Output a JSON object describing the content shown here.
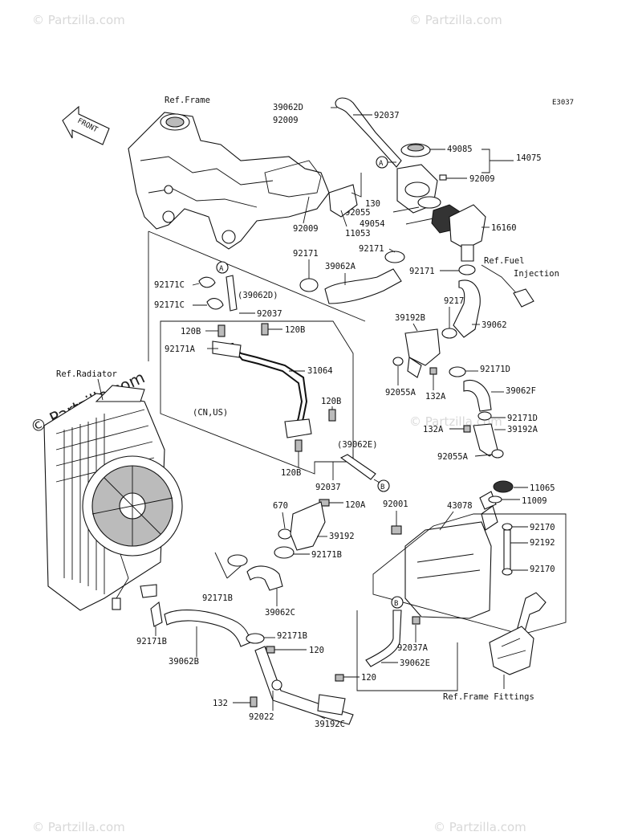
{
  "diagram_code": "E3037",
  "front_arrow_label": "FRONT",
  "watermarks": [
    "© Partzilla.com",
    "© Partzilla.com",
    "© Partzilla.com",
    "© Partzilla.com",
    "© Partzilla.com"
  ],
  "side_watermark": "© Partzilla.com",
  "ref_labels": {
    "frame": "Ref.Frame",
    "radiator": "Ref.Radiator",
    "fuel_injection_1": "Ref.Fuel",
    "fuel_injection_2": "Injection",
    "frame_fittings": "Ref.Frame Fittings",
    "cn_us": "(CN,US)"
  },
  "markers": {
    "a": "A",
    "b": "B"
  },
  "parts": [
    "39062D",
    "92037",
    "92009",
    "49085",
    "14075",
    "92009",
    "130",
    "92055",
    "49054",
    "16160",
    "92009",
    "11053",
    "92171",
    "92171",
    "39062A",
    "92171",
    "92171C",
    "(39062D)",
    "92171C",
    "92037",
    "92171",
    "39192B",
    "39062",
    "120B",
    "120B",
    "92171A",
    "31064",
    "92055A",
    "92171D",
    "132A",
    "39062F",
    "120B",
    "92171D",
    "132A",
    "39192A",
    "(39062E)",
    "92055A",
    "120B",
    "92037",
    "670",
    "120A",
    "92001",
    "43078",
    "11065",
    "11009",
    "92170",
    "39192",
    "92171B",
    "92192",
    "92170",
    "92171B",
    "39062C",
    "92037A",
    "39062E",
    "92171B",
    "92171B",
    "120",
    "39062B",
    "120",
    "132",
    "92022",
    "39192C"
  ]
}
